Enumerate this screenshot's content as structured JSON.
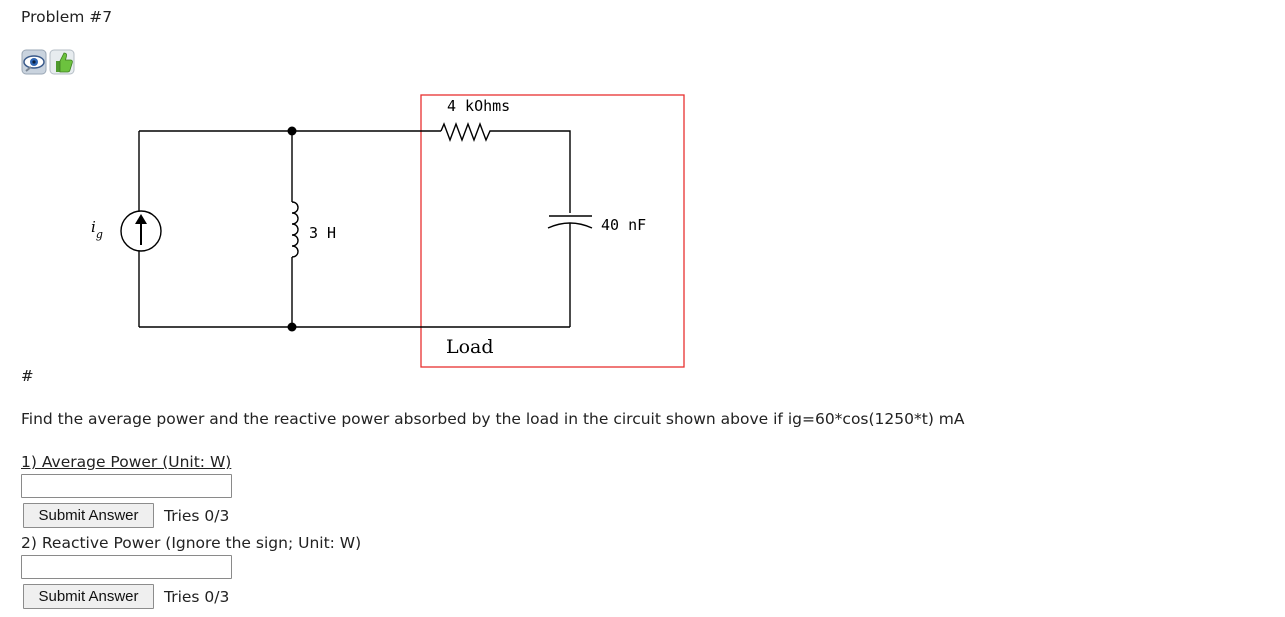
{
  "problem": {
    "title": "Problem #7"
  },
  "icons": {
    "hint": "eye-icon",
    "feedback": "thumbs-up-icon"
  },
  "circuit": {
    "resistor_label": "4 kOhms",
    "inductor_label": "3 H",
    "capacitor_label": "40 nF",
    "source_label": "i",
    "source_subscript": "g",
    "load_label": "Load",
    "load_box_color": "#e8312f"
  },
  "hash_text": "#",
  "question": {
    "text": "Find the average power and the reactive power absorbed by the load in the circuit shown above if ig=60*cos(1250*t) mA"
  },
  "parts": [
    {
      "label": "1) Average Power (Unit: W)",
      "value": "",
      "button": "Submit Answer",
      "tries": "Tries 0/3"
    },
    {
      "label": "2) Reactive Power (Ignore the sign; Unit: W)",
      "value": "",
      "button": "Submit Answer",
      "tries": "Tries 0/3"
    }
  ]
}
